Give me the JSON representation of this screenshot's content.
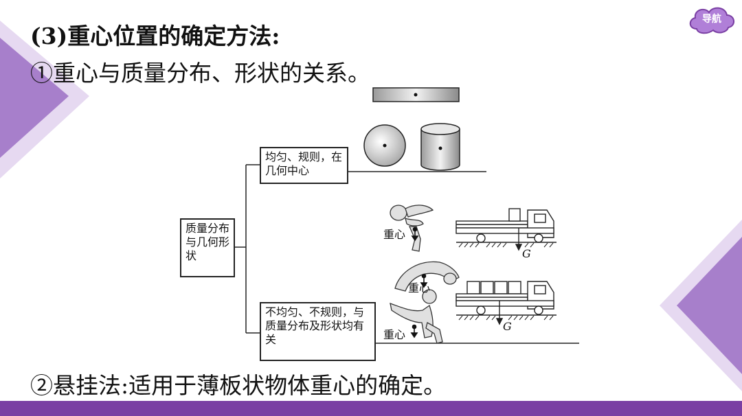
{
  "heading": {
    "line1": "(3)重心位置的确定方法:",
    "line2": "①重心与质量分布、形状的关系。",
    "line3": "②悬挂法:适用于薄板状物体重心的确定。"
  },
  "nav_button": {
    "label": "导航"
  },
  "diagram": {
    "root_label": "质量分布与几何形状",
    "branch_uniform": "均匀、规则，在几何中心",
    "branch_nonuniform": "不均匀、不规则，与质量分布及形状均有关",
    "cg_label": "重心",
    "weight_symbol": "G"
  },
  "colors": {
    "accent": "#7a3fa3",
    "deco_light": "#d9c6ea",
    "deco_mid": "#a77fcb",
    "nav": "#b07fd8"
  }
}
